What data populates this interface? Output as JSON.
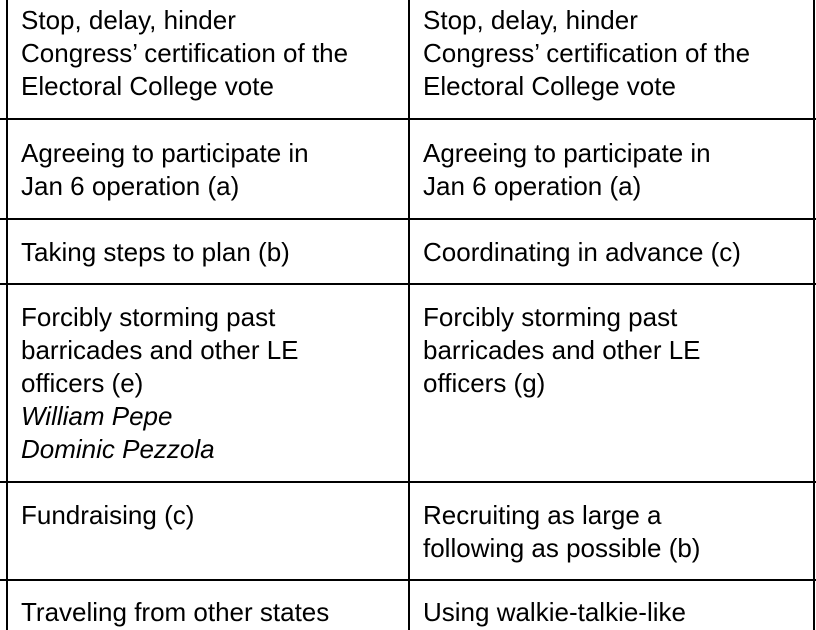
{
  "rows": [
    {
      "left": {
        "lines": [
          "Stop, delay, hinder",
          "Congress’ certification of the",
          "Electoral College vote"
        ],
        "italic_lines": []
      },
      "right": {
        "lines": [
          "Stop, delay, hinder",
          "Congress’ certification of the",
          "Electoral College vote"
        ],
        "italic_lines": []
      }
    },
    {
      "left": {
        "lines": [
          "Agreeing to participate in",
          "Jan 6 operation (a)"
        ],
        "italic_lines": []
      },
      "right": {
        "lines": [
          "Agreeing to participate in",
          "Jan 6 operation (a)"
        ],
        "italic_lines": []
      }
    },
    {
      "left": {
        "lines": [
          "Taking steps to plan (b)"
        ],
        "italic_lines": []
      },
      "right": {
        "lines": [
          "Coordinating in advance (c)"
        ],
        "italic_lines": []
      }
    },
    {
      "left": {
        "lines": [
          "Forcibly storming past",
          "barricades and other LE",
          "officers (e)"
        ],
        "italic_lines": [
          "William Pepe",
          "Dominic Pezzola"
        ]
      },
      "right": {
        "lines": [
          "Forcibly storming past",
          "barricades and other LE",
          "officers (g)"
        ],
        "italic_lines": []
      }
    },
    {
      "left": {
        "lines": [
          "Fundraising (c)"
        ],
        "italic_lines": []
      },
      "right": {
        "lines": [
          "Recruiting as large a",
          "following as possible (b)"
        ],
        "italic_lines": []
      }
    },
    {
      "left": {
        "lines": [
          "Traveling from other states"
        ],
        "italic_lines": []
      },
      "right": {
        "lines": [
          "Using walkie-talkie-like"
        ],
        "italic_lines": []
      }
    }
  ]
}
